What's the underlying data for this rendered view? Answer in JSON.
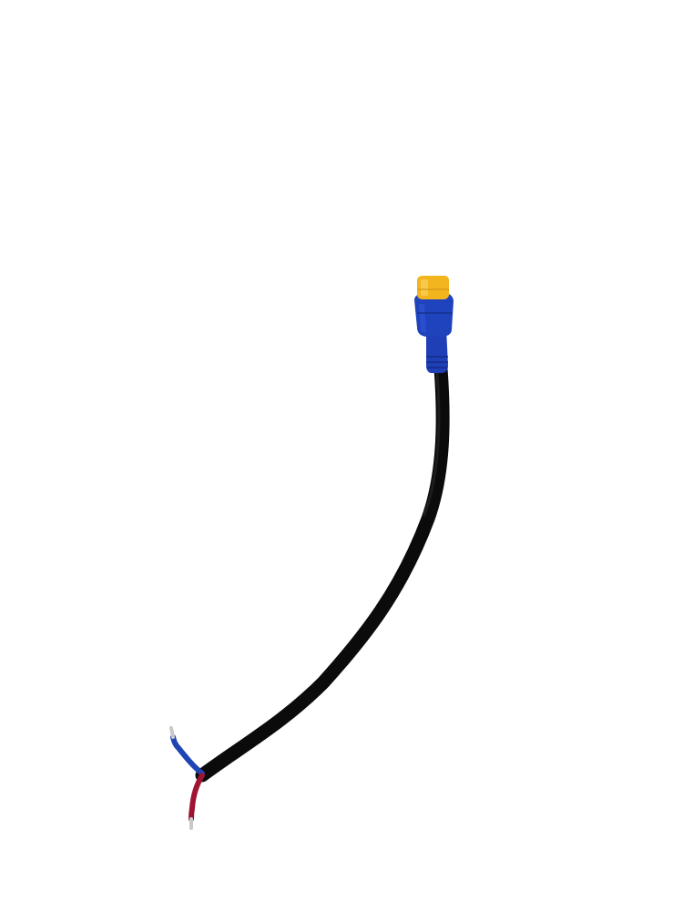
{
  "colors": {
    "background": "#ffffff",
    "cable_jacket": "#0b0b0b",
    "connector_tip": "#f2b51e",
    "connector_body": "#1e3fb6",
    "wire_blue": "#1f44b3",
    "wire_red": "#a01433",
    "conductor": "#c9c9c9"
  },
  "icons": [
    "cable-with-connector",
    "connector-yellow-tip",
    "blue-wire-lead",
    "red-wire-lead"
  ]
}
